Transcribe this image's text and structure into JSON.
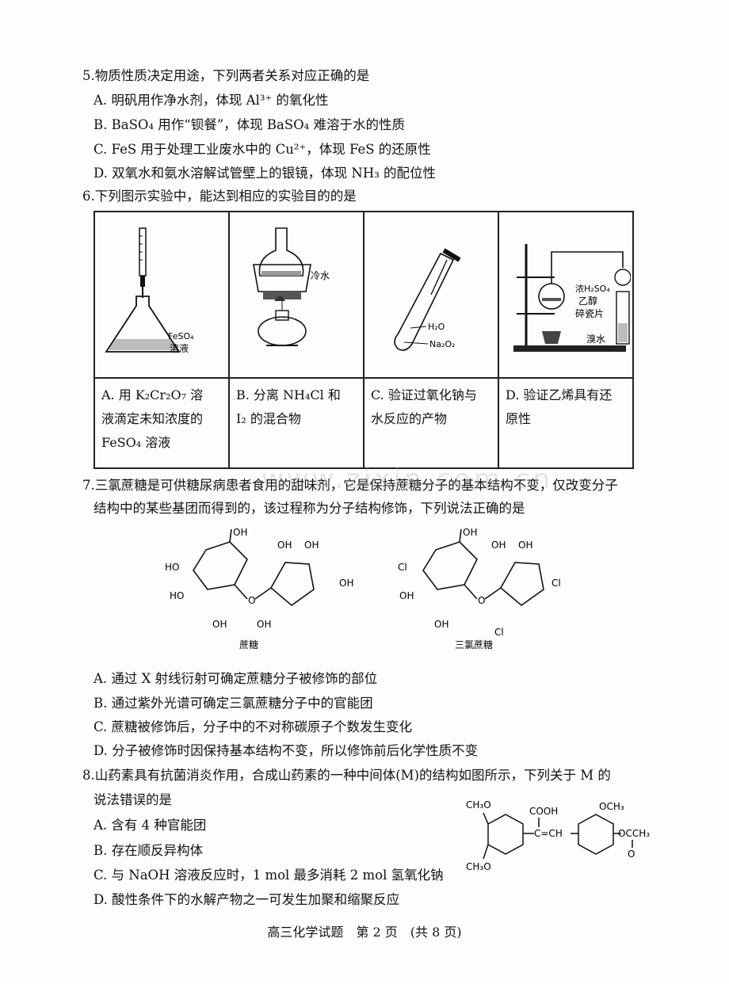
{
  "q5": {
    "stem": "5.物质性质决定用途，下列两者关系对应正确的是",
    "A": "A. 明矾用作净水剂，体现 Al³⁺ 的氧化性",
    "B": "B. BaSO₄ 用作“钡餐”，体现 BaSO₄ 难溶于水的性质",
    "C": "C. FeS 用于处理工业废水中的 Cu²⁺，体现 FeS 的还原性",
    "D": "D. 双氧水和氨水溶解试管壁上的银镜，体现 NH₃ 的配位性"
  },
  "q6": {
    "stem": "6.下列图示实验中，能达到相应的实验目的的是",
    "fig_labels": {
      "a_sol1": "FeSO₄",
      "a_sol2": "溶液",
      "b_water": "冷水",
      "c_h2o": "H₂O",
      "c_na2o2": "Na₂O₂",
      "d_acid": "浓H₂SO₄",
      "d_ethanol": "乙醇",
      "d_chips": "碎瓷片",
      "d_bromine": "溴水"
    },
    "captions": {
      "A": [
        "A. 用 K₂Cr₂O₇ 溶",
        "液滴定未知浓度的",
        "FeSO₄ 溶液"
      ],
      "B": [
        "B. 分离 NH₄Cl 和",
        "I₂ 的混合物"
      ],
      "C": [
        "C. 验证过氧化钠与",
        "水反应的产物"
      ],
      "D": [
        "D. 验证乙烯具有还",
        "原性"
      ]
    }
  },
  "q7": {
    "stem1": "7.三氯蔗糖是可供糖尿病患者食用的甜味剂，它是保持蔗糖分子的基本结构不变，仅改变分子",
    "stem2": "结构中的某些基团而得到的，该过程称为分子结构修饰，下列说法正确的是",
    "struct1": {
      "name": "蔗糖",
      "oh": "OH",
      "ho": "HO",
      "o": "O"
    },
    "struct2": {
      "name": "三氯蔗糖",
      "cl": "Cl",
      "oh": "OH",
      "o": "O"
    },
    "A": "A. 通过 X 射线衍射可确定蔗糖分子被修饰的部位",
    "B": "B. 通过紫外光谱可确定三氯蔗糖分子中的官能团",
    "C": "C. 蔗糖被修饰后，分子中的不对称碳原子个数发生变化",
    "D": "D. 分子被修饰时因保持基本结构不变，所以修饰前后化学性质不变"
  },
  "q8": {
    "stem1": "8.山药素具有抗菌消炎作用，合成山药素的一种中间体(M)的结构如图所示，下列关于 M 的",
    "stem2": "说法错误的是",
    "struct": {
      "ch3o_top": "CH₃O",
      "cooh": "COOH",
      "och3": "OCH₃",
      "chain": "C=CH",
      "oacch3": "OCCH₃",
      "o": "O",
      "ch3o_bottom": "CH₃O"
    },
    "A": "A. 含有 4 种官能团",
    "B": "B. 存在顺反异构体",
    "C": "C. 与 NaOH 溶液反应时，1 mol 最多消耗 2 mol 氢氧化钠",
    "D": "D. 酸性条件下的水解产物之一可发生加聚和缩聚反应"
  },
  "footer": "高三化学试题　第 2 页　(共 8 页)",
  "watermark": "www.zixin.com.cn"
}
